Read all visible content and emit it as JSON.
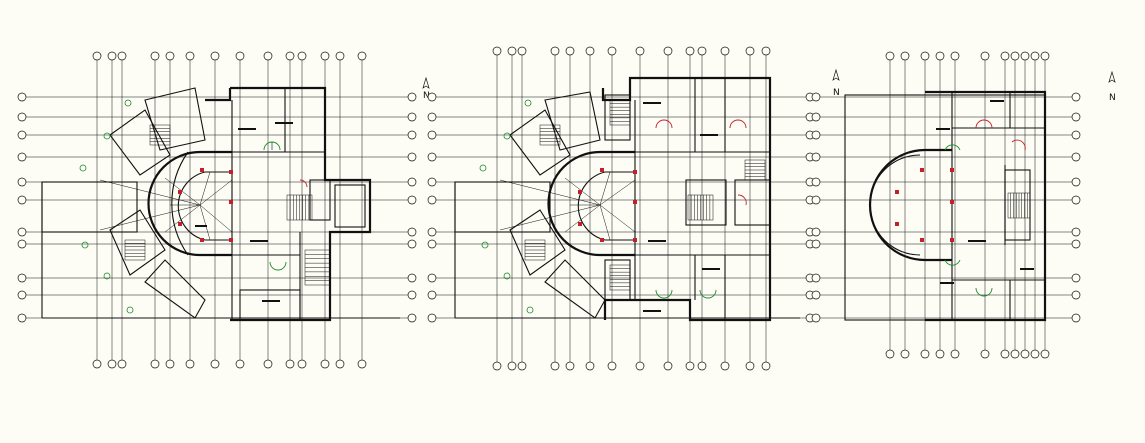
{
  "plans": [
    {
      "id": "plan-1",
      "north_label": "N"
    },
    {
      "id": "plan-2",
      "north_label": "N"
    },
    {
      "id": "plan-3",
      "north_label": "N"
    }
  ],
  "colors": {
    "background": "#fdfdf5",
    "linework": "#111111",
    "columns": "#c4202a",
    "door_swings": "#c4202a",
    "markers": "#1a8a2a"
  }
}
